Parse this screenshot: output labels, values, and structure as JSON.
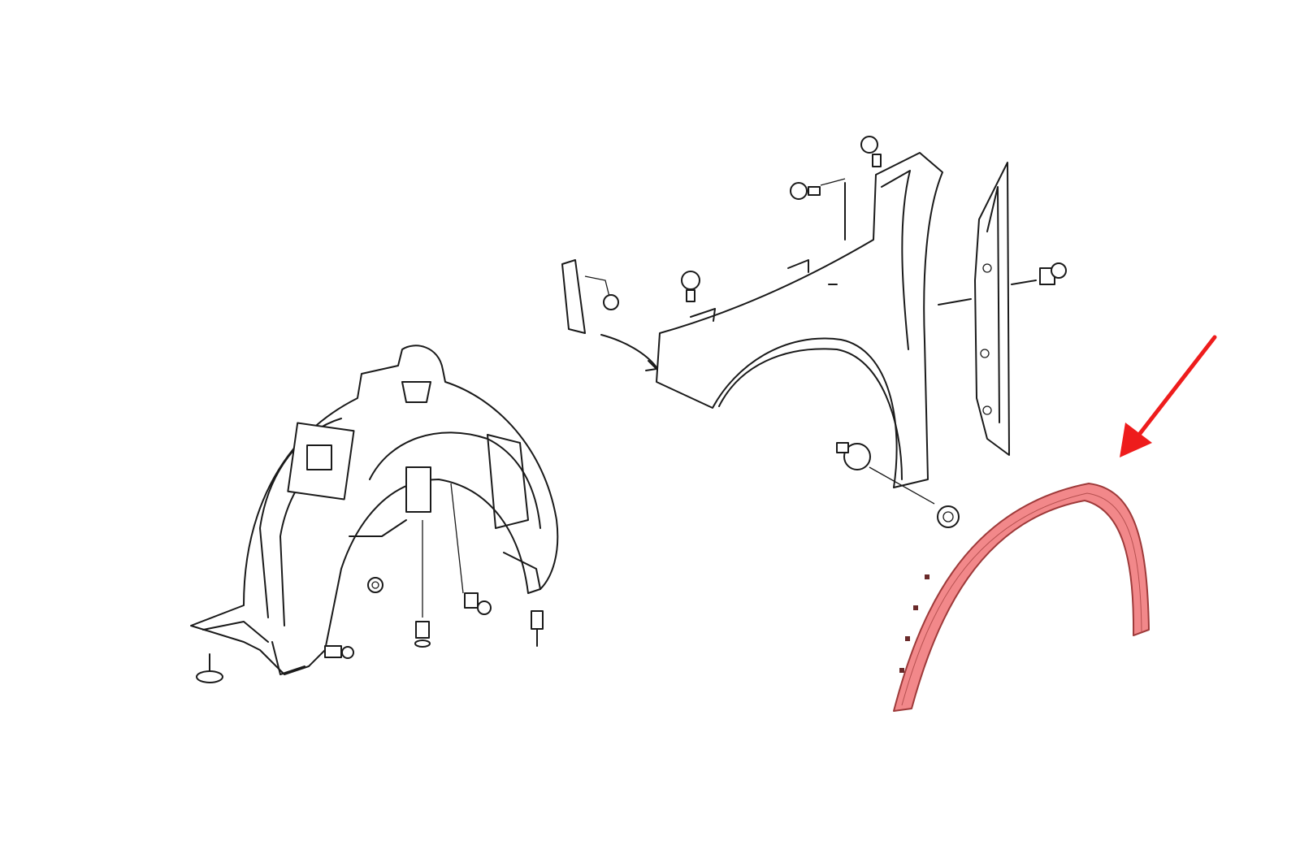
{
  "diagram": {
    "parts": [
      "wheel-liner",
      "front-fender",
      "a-pillar-trim",
      "wheel-arch-trim"
    ],
    "highlighted_part": "wheel-arch-trim",
    "colors": {
      "background": "#ffffff",
      "line": "#1a1a1a",
      "highlight_fill": "#f2888a",
      "highlight_stroke": "#9e3a3a",
      "arrow": "#ee1c1c"
    }
  }
}
